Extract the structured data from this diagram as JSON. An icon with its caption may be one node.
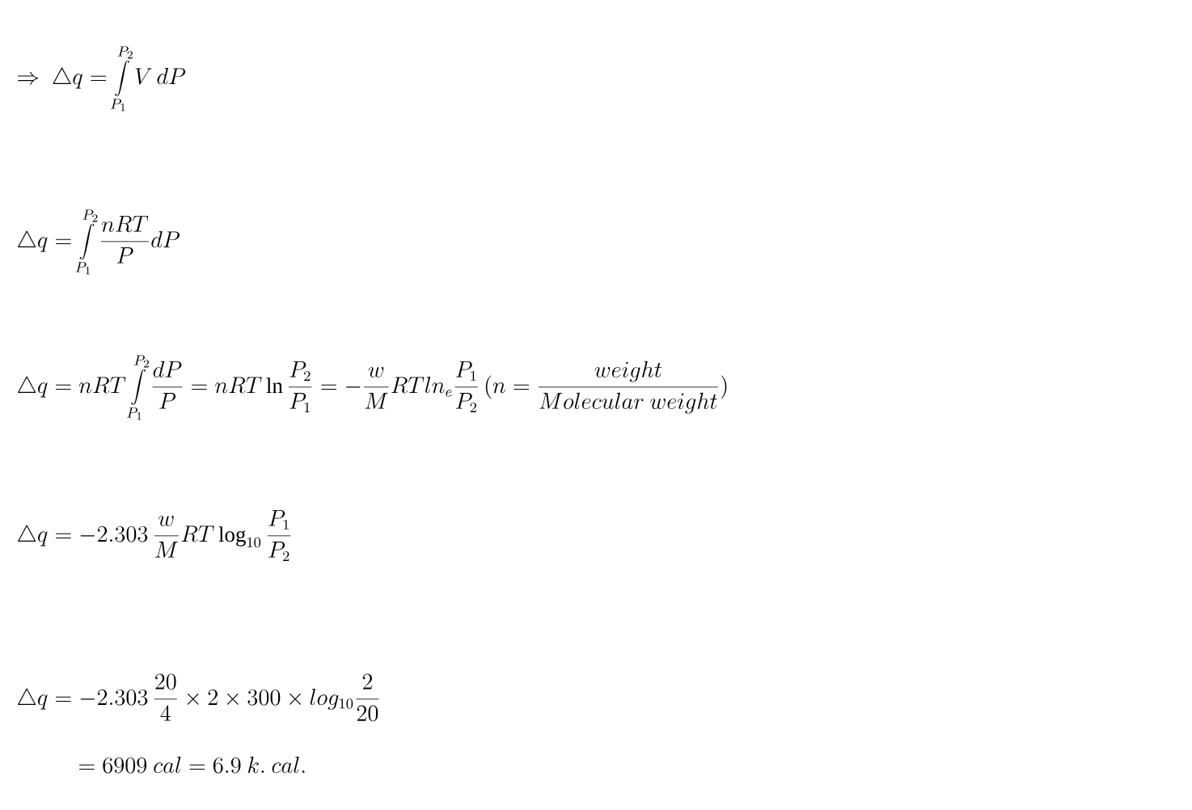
{
  "diagram": {
    "labels": [
      "\\Rightarrow\\ \\triangle q = \\int\\limits_{P_1}^{P_2} V\\,dP",
      "\\triangle q = \\int\\limits_{P_1}^{P_2} \\frac{nRT}{P} dP",
      "\\triangle q = nRT \\int\\limits_{P_1}^{P_2} \\frac{dP}{P} = nRT \\ln \\frac{P_2}{P_1} = -\\frac{w}{M} RT ln_e \\frac{P_1}{P_2}\\,(n = \\frac{weight}{Molecular\\ weight})",
      "\\triangle q = -2.303\\,\\frac{w}{M} RT \\log_{10}\\frac{P_1}{P_2}",
      "\\triangle q = -2.303\\,\\frac{20}{4}\\times 2\\times 300\\times log_{10}\\frac{2}{20}",
      "= 6909\\ cal = 6.9\\ k.\\ cal."
    ]
  }
}
